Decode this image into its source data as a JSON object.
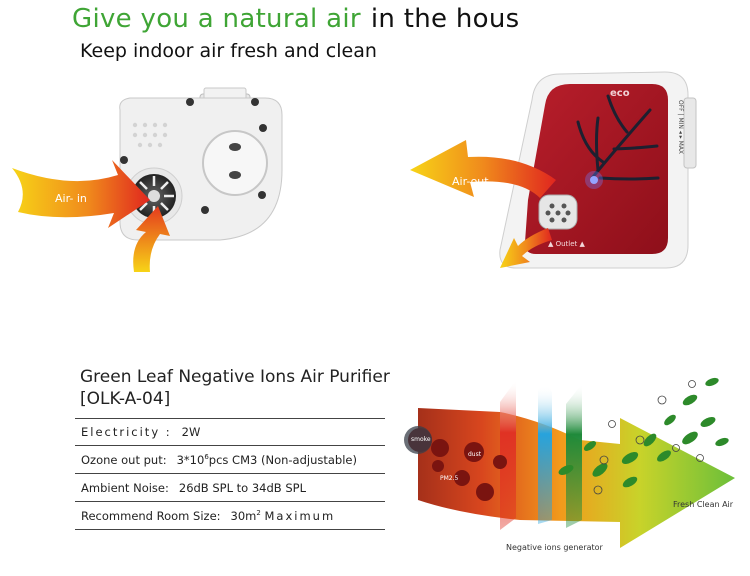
{
  "headline": {
    "green": "Give you a natural air",
    "black": "in the hous"
  },
  "subhead": "Keep indoor air fresh and clean",
  "left_device": {
    "arrow_label": "Air- in"
  },
  "right_device": {
    "logo": "eco",
    "dial_label": "OFF | MIN ◂ ▸ MAX",
    "outlet_label": "▲ Outlet ▲",
    "arrow_label": "Air-out"
  },
  "spec": {
    "title": "Green Leaf Negative Ions  Air Purifier",
    "model": "[OLK-A-04]",
    "rows": [
      {
        "key": "Electricity :",
        "value": "2W"
      },
      {
        "key": "Ozone out put:",
        "value_pre": "3*10",
        "value_sup": "6",
        "value_post": "pcs CM3 (Non-adjustable)"
      },
      {
        "key": "Ambient Noise:",
        "value": "26dB SPL to 34dB SPL"
      },
      {
        "key": "Recommend Room Size:",
        "value_pre": "30m",
        "value_sup": "2",
        "value_post": "Maximum"
      }
    ]
  },
  "diagram": {
    "particles": [
      "smoke",
      "dust",
      "PM2.5"
    ],
    "label_fresh": "Fresh Clean Air",
    "label_generator": "Negative ions generator",
    "ion_symbol": "⊖"
  }
}
